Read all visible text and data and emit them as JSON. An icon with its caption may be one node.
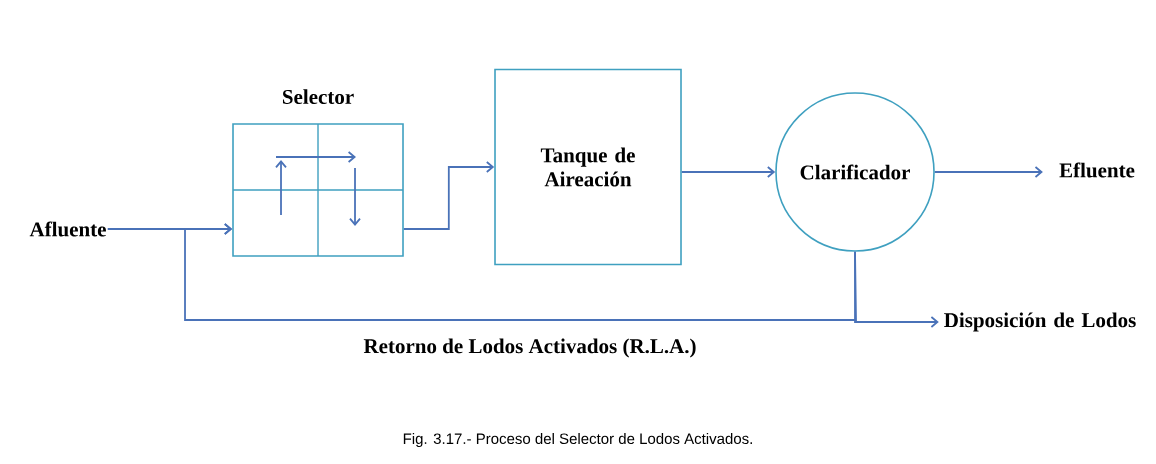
{
  "diagram": {
    "caption": "Fig. 3.17.- Proceso del Selector de Lodos Activados.",
    "nodes": [
      {
        "text": [
          "Afluente"
        ]
      },
      {
        "text": [
          "Selector"
        ]
      },
      {
        "text": [
          "Tanque de Aireación"
        ]
      },
      {
        "text": [
          "Clarificador"
        ]
      },
      {
        "text": [
          "Efluente"
        ]
      },
      {
        "text": [
          "Disposición de Lodos"
        ]
      }
    ],
    "edges": [
      {
        "from": 0,
        "to": 1,
        "arrow": "to"
      },
      {
        "from": 1,
        "to": 2,
        "arrow": "to"
      },
      {
        "from": 2,
        "to": 3,
        "arrow": "to"
      },
      {
        "from": 3,
        "to": 4,
        "arrow": "to"
      },
      {
        "from": 3,
        "to": 5,
        "arrow": "to"
      },
      {
        "from": 3,
        "to": 1,
        "arrow": "to",
        "label": "Retorno de Lodos Activados (R.L.A.)"
      }
    ]
  }
}
